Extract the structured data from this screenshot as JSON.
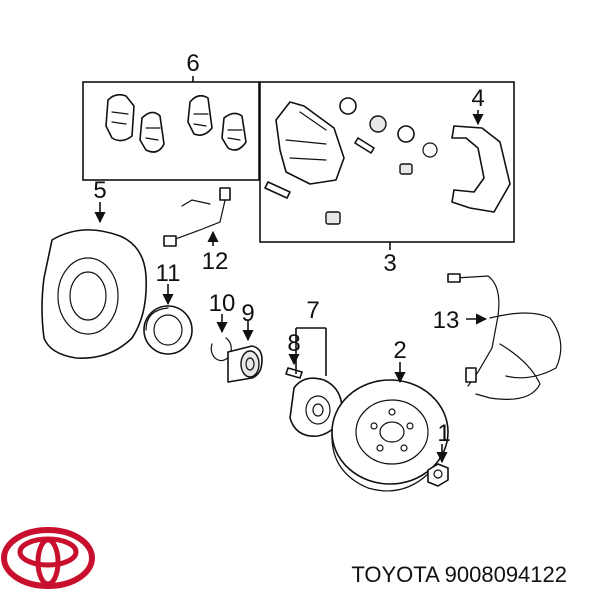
{
  "diagram": {
    "callouts": [
      {
        "id": "c1",
        "text": "1"
      },
      {
        "id": "c2",
        "text": "2"
      },
      {
        "id": "c3",
        "text": "3"
      },
      {
        "id": "c4",
        "text": "4"
      },
      {
        "id": "c5",
        "text": "5"
      },
      {
        "id": "c6",
        "text": "6"
      },
      {
        "id": "c7",
        "text": "7"
      },
      {
        "id": "c8",
        "text": "8"
      },
      {
        "id": "c9",
        "text": "9"
      },
      {
        "id": "c10",
        "text": "10"
      },
      {
        "id": "c11",
        "text": "11"
      },
      {
        "id": "c12",
        "text": "12"
      },
      {
        "id": "c13",
        "text": "13"
      }
    ]
  },
  "footer": {
    "brand_label": "TOYOTA 9008094122",
    "logo_color": "#c8102e"
  }
}
